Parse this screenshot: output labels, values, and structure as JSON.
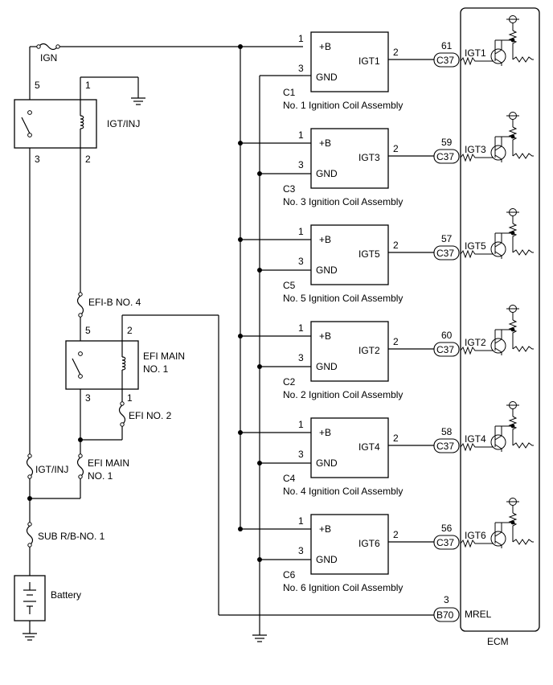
{
  "power": {
    "ign_fuse": "IGN",
    "igt_inj_relay": {
      "label": "IGT/INJ",
      "pin5": "5",
      "pin1": "1",
      "pin3": "3",
      "pin2": "2"
    },
    "efi_main_relay": {
      "label_line1": "EFI MAIN",
      "label_line2": "NO. 1",
      "pin5": "5",
      "pin2": "2",
      "pin3": "3",
      "pin1": "1"
    },
    "efi_b_fuse": "EFI-B NO. 4",
    "efi_no2_fuse": "EFI NO. 2",
    "igt_inj_fuse": "IGT/INJ",
    "efi_main_fuse_line1": "EFI MAIN",
    "efi_main_fuse_line2": "NO. 1",
    "sub_rb_fuse": "SUB R/B-NO. 1",
    "battery": "Battery"
  },
  "coils": [
    {
      "connector": "C1",
      "name": "No. 1 Ignition Coil Assembly",
      "pin_b": "1",
      "pin_gnd": "3",
      "pin_out": "2",
      "plus_b": "+B",
      "gnd": "GND",
      "signal": "IGT1",
      "ecm_pin": "61",
      "ecm_conn": "C37",
      "ecm_signal": "IGT1"
    },
    {
      "connector": "C3",
      "name": "No. 3 Ignition Coil Assembly",
      "pin_b": "1",
      "pin_gnd": "3",
      "pin_out": "2",
      "plus_b": "+B",
      "gnd": "GND",
      "signal": "IGT3",
      "ecm_pin": "59",
      "ecm_conn": "C37",
      "ecm_signal": "IGT3"
    },
    {
      "connector": "C5",
      "name": "No. 5 Ignition Coil Assembly",
      "pin_b": "1",
      "pin_gnd": "3",
      "pin_out": "2",
      "plus_b": "+B",
      "gnd": "GND",
      "signal": "IGT5",
      "ecm_pin": "57",
      "ecm_conn": "C37",
      "ecm_signal": "IGT5"
    },
    {
      "connector": "C2",
      "name": "No. 2 Ignition Coil Assembly",
      "pin_b": "1",
      "pin_gnd": "3",
      "pin_out": "2",
      "plus_b": "+B",
      "gnd": "GND",
      "signal": "IGT2",
      "ecm_pin": "60",
      "ecm_conn": "C37",
      "ecm_signal": "IGT2"
    },
    {
      "connector": "C4",
      "name": "No. 4 Ignition Coil Assembly",
      "pin_b": "1",
      "pin_gnd": "3",
      "pin_out": "2",
      "plus_b": "+B",
      "gnd": "GND",
      "signal": "IGT4",
      "ecm_pin": "58",
      "ecm_conn": "C37",
      "ecm_signal": "IGT4"
    },
    {
      "connector": "C6",
      "name": "No. 6 Ignition Coil Assembly",
      "pin_b": "1",
      "pin_gnd": "3",
      "pin_out": "2",
      "plus_b": "+B",
      "gnd": "GND",
      "signal": "IGT6",
      "ecm_pin": "56",
      "ecm_conn": "C37",
      "ecm_signal": "IGT6"
    }
  ],
  "ecm": {
    "label": "ECM",
    "mrel_pin": "3",
    "mrel_conn": "B70",
    "mrel_signal": "MREL"
  }
}
